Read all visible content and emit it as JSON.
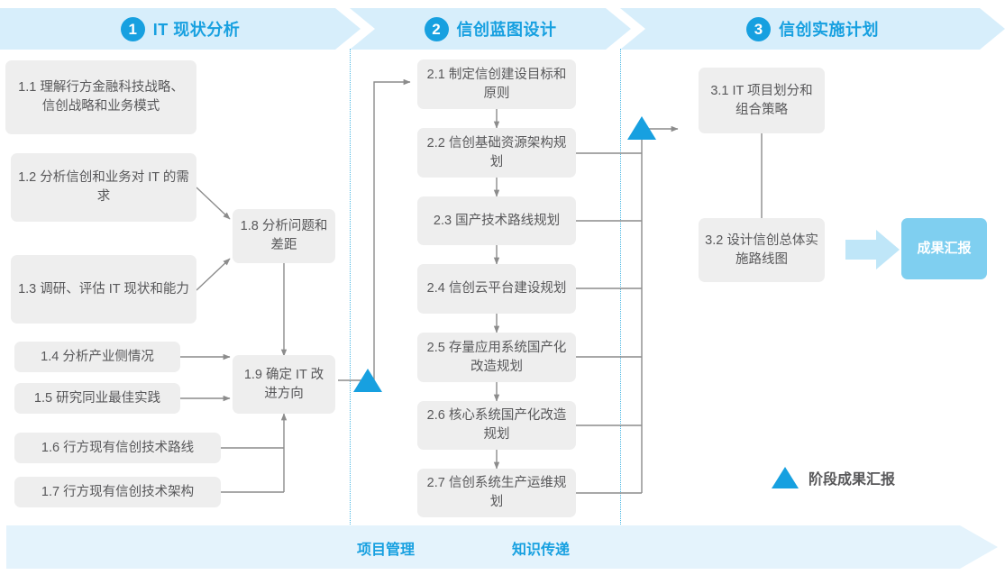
{
  "phases": [
    {
      "number": "1",
      "title": "IT 现状分析"
    },
    {
      "number": "2",
      "title": "信创蓝图设计"
    },
    {
      "number": "3",
      "title": "信创实施计划"
    }
  ],
  "phase1_tasks": [
    {
      "id": "1.1",
      "text": "1.1 理解行方金融科技战略、信创战略和业务模式"
    },
    {
      "id": "1.2",
      "text": "1.2 分析信创和业务对 IT 的需求"
    },
    {
      "id": "1.3",
      "text": "1.3 调研、评估 IT 现状和能力"
    },
    {
      "id": "1.4",
      "text": "1.4 分析产业侧情况"
    },
    {
      "id": "1.5",
      "text": "1.5 研究同业最佳实践"
    },
    {
      "id": "1.6",
      "text": "1.6 行方现有信创技术路线"
    },
    {
      "id": "1.7",
      "text": "1.7 行方现有信创技术架构"
    },
    {
      "id": "1.8",
      "text": "1.8 分析问题和差距"
    },
    {
      "id": "1.9",
      "text": "1.9 确定 IT 改进方向"
    }
  ],
  "phase2_tasks": [
    {
      "id": "2.1",
      "text": "2.1 制定信创建设目标和原则"
    },
    {
      "id": "2.2",
      "text": "2.2 信创基础资源架构规划"
    },
    {
      "id": "2.3",
      "text": "2.3 国产技术路线规划"
    },
    {
      "id": "2.4",
      "text": "2.4 信创云平台建设规划"
    },
    {
      "id": "2.5",
      "text": "2.5 存量应用系统国产化改造规划"
    },
    {
      "id": "2.6",
      "text": "2.6 核心系统国产化改造规划"
    },
    {
      "id": "2.7",
      "text": "2.7 信创系统生产运维规划"
    }
  ],
  "phase3_tasks": [
    {
      "id": "3.1",
      "text": "3.1 IT 项目划分和组合策略"
    },
    {
      "id": "3.2",
      "text": "3.2 设计信创总体实施路线图"
    }
  ],
  "deliverable": {
    "text": "成果汇报"
  },
  "legend": {
    "label": "阶段成果汇报"
  },
  "bottom_band": {
    "labels": [
      "项目管理",
      "知识传递"
    ]
  },
  "colors": {
    "accent": "#17a0e0",
    "band": "#d7eefb",
    "bottom_band": "#e4f3fc",
    "box_fill": "#eeeeee",
    "box_text": "#58585a",
    "result_fill": "#7fcff0",
    "connector": "#8c8c8c",
    "divider": "#49b7e4"
  }
}
